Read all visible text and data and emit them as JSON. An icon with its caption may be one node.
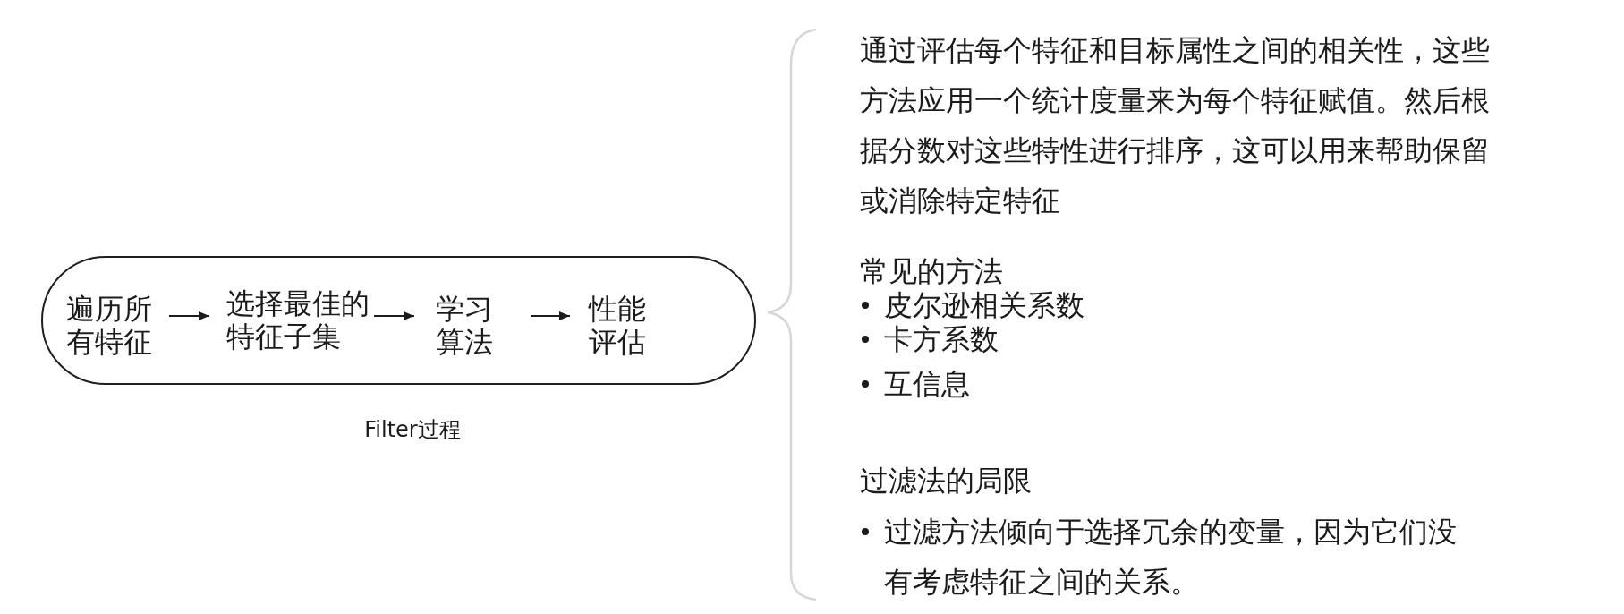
{
  "diagram": {
    "nodes": [
      {
        "text": [],
        "shape": "pill"
      },
      {
        "text": [
          "遍历所有特征"
        ],
        "in": 0
      },
      {
        "text": [
          "选择最佳的特征子集"
        ],
        "in": 0
      },
      {
        "text": [
          "学习算法"
        ],
        "in": 0
      },
      {
        "text": [
          "性能评估"
        ],
        "in": 0
      }
    ],
    "edges": [
      {
        "from": 1,
        "to": 2,
        "arrow": "to"
      },
      {
        "from": 2,
        "to": 3,
        "arrow": "to"
      },
      {
        "from": 3,
        "to": 4,
        "arrow": "to"
      }
    ],
    "labels": [
      "Filter过程",
      "通过评估每个特征和目标属性之间的相关性，这些方法应用一个统计度量来为每个特征赋值。然后根据分数对这些特性进行排序，这可以用来帮助保留或消除特定特征",
      "常见的方法",
      "皮尔逊相关系数",
      "卡方系数",
      "互信息",
      "过滤法的局限",
      "过滤方法倾向于选择冗余的变量，因为它们没有考虑特征之间的关系。"
    ]
  }
}
